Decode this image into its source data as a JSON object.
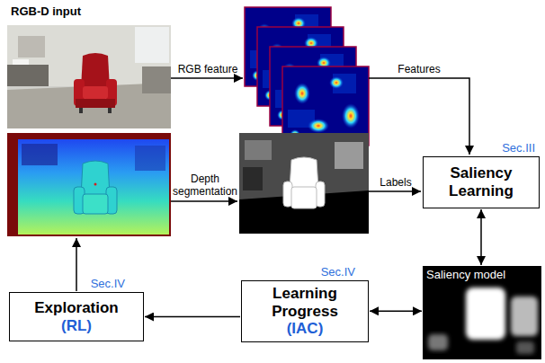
{
  "diagram": {
    "nodes": [
      {
        "text": [
          "Sec.III",
          "Saliency Learning"
        ]
      },
      {
        "text": [
          "Saliency model"
        ]
      },
      {
        "text": [
          "Sec.IV",
          "Learning Progress",
          "(IAC)"
        ]
      },
      {
        "text": [
          "Sec.IV",
          "Exploration",
          "(RL)"
        ]
      }
    ],
    "edges": [
      {
        "from": 0,
        "to": 1,
        "arrow": "both"
      },
      {
        "from": 2,
        "to": 1,
        "arrow": "both"
      },
      {
        "from": 2,
        "to": 3,
        "arrow": "to"
      }
    ],
    "labels": [
      "RGB-D input",
      "RGB feature",
      "Depth segmentation",
      "Features",
      "Labels"
    ]
  }
}
